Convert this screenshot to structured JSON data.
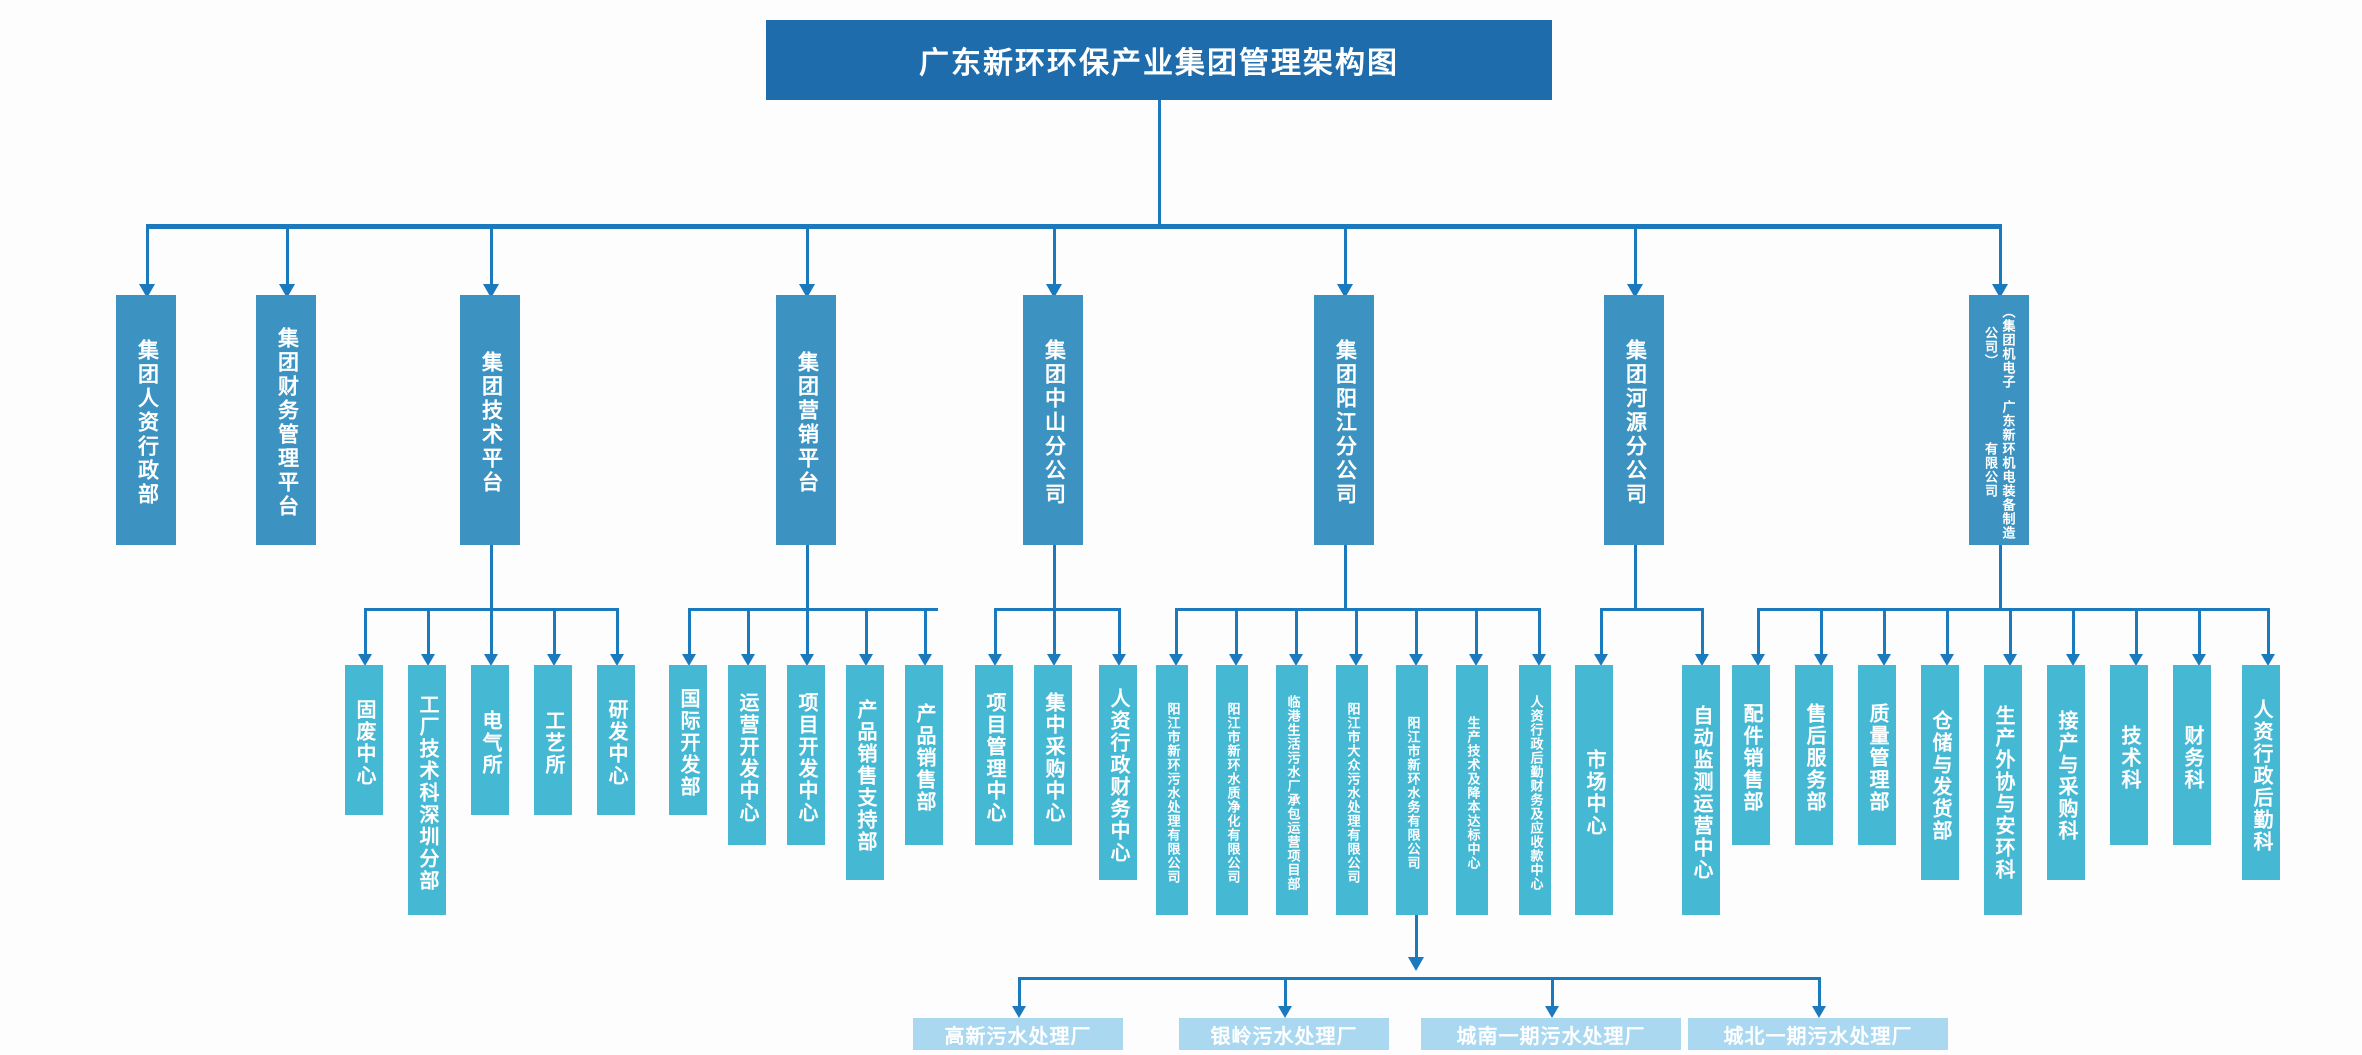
{
  "colors": {
    "root_fill": "#1e6cab",
    "level2_fill": "#3c92c0",
    "level3_fill": "#45b8d4",
    "level4_fill": "#a9d8f0",
    "connector": "#1b79bd",
    "text": "#ffffff",
    "background": "#fdfdfd"
  },
  "root": {
    "title": "广东新环环保产业集团管理架构图"
  },
  "level2": [
    {
      "id": "hr-admin",
      "label": "集团人资行政部"
    },
    {
      "id": "finance",
      "label": "集团财务管理平台"
    },
    {
      "id": "tech",
      "label": "集团技术平台"
    },
    {
      "id": "marketing",
      "label": "集团营销平台"
    },
    {
      "id": "zhongshan",
      "label": "集团中山分公司"
    },
    {
      "id": "yangjiang",
      "label": "集团阳江分公司"
    },
    {
      "id": "heyuan",
      "label": "集团河源分公司"
    },
    {
      "id": "electromech",
      "label": "广东新环机电装备制造有限公司",
      "sub": "（集团机电子公司）"
    }
  ],
  "level3": {
    "tech": [
      "固废中心",
      "工厂技术科深圳分部",
      "电气所",
      "工艺所",
      "研发中心"
    ],
    "marketing": [
      "国际开发部",
      "运营开发中心",
      "项目开发中心",
      "产品销售支持部",
      "产品销售部"
    ],
    "zhongshan": [
      "项目管理中心",
      "集中采购中心",
      "人资行政财务中心"
    ],
    "yangjiang": [
      "阳江市新环污水处理有限公司",
      "阳江市新环水质净化有限公司",
      "临港生活污水厂承包运营项目部",
      "阳江市大众污水处理有限公司",
      "阳江市新环水务有限公司",
      "生产技术及降本达标中心",
      "人资行政后勤财务及应收款中心"
    ],
    "heyuan": [
      "市场中心",
      "自动监测运营中心"
    ],
    "electromech": [
      "配件销售部",
      "售后服务部",
      "质量管理部",
      "仓储与发货部",
      "生产外协与安环科",
      "接产与采购科",
      "技术科",
      "财务科",
      "人资行政后勤科"
    ]
  },
  "level4": {
    "parent": "生产技术及降本达标中心",
    "items": [
      "高新污水处理厂",
      "银岭污水处理厂",
      "城南一期污水处理厂",
      "城北一期污水处理厂"
    ]
  }
}
